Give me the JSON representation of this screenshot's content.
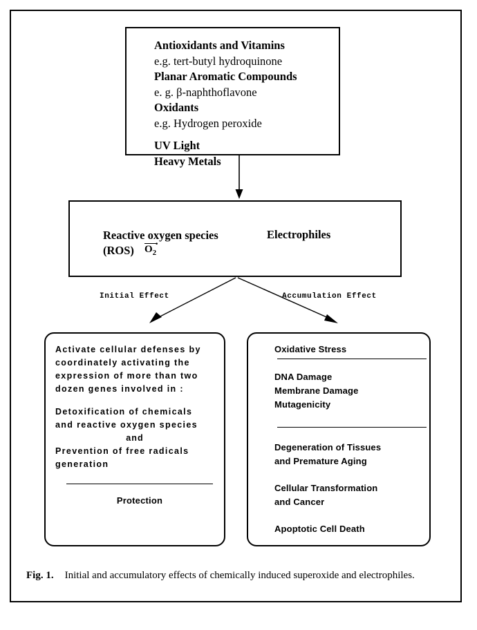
{
  "figure": {
    "caption_label": "Fig. 1.",
    "caption_text": "Initial and accumulatory effects of chemically induced superoxide and electrophiles."
  },
  "inducers_box": {
    "lines": [
      {
        "text": "Antioxidants and Vitamins",
        "bold": true
      },
      {
        "text": "e.g. tert-butyl hydroquinone",
        "bold": false
      },
      {
        "text": "Planar Aromatic Compounds",
        "bold": true
      },
      {
        "text": "e. g. β-naphthoflavone",
        "bold": false
      },
      {
        "text": "Oxidants",
        "bold": true
      },
      {
        "text": "e.g. Hydrogen peroxide",
        "bold": false
      },
      {
        "text": "UV Light",
        "bold": true
      },
      {
        "text": "Heavy Metals",
        "bold": true
      }
    ]
  },
  "ros_box": {
    "ros_line1": "Reactive oxygen species",
    "ros_line2": "(ROS)",
    "superoxide_symbol": "O2",
    "superoxide_subscript": "2",
    "superoxide_charge_dot": "·",
    "electrophiles": "Electrophiles"
  },
  "branches": {
    "left_label": "Initial  Effect",
    "right_label": "Accumulation   Effect"
  },
  "protection_box": {
    "lines": [
      "Activate cellular defenses by",
      "coordinately activating the",
      "expression of more than two",
      "dozen genes involved in :",
      "Detoxification of chemicals",
      "and reactive oxygen species",
      "and",
      "Prevention of free radicals",
      "generation"
    ],
    "outcome": "Protection"
  },
  "oxidative_box": {
    "heading": "Oxidative Stress",
    "group1": [
      "DNA Damage",
      "Membrane Damage",
      "Mutagenicity"
    ],
    "group2": [
      "Degeneration of Tissues",
      "and Premature Aging"
    ],
    "group3": [
      "Cellular Transformation",
      "and Cancer"
    ],
    "group4": [
      "Apoptotic Cell Death"
    ]
  },
  "colors": {
    "line": "#000000",
    "background": "#ffffff"
  }
}
